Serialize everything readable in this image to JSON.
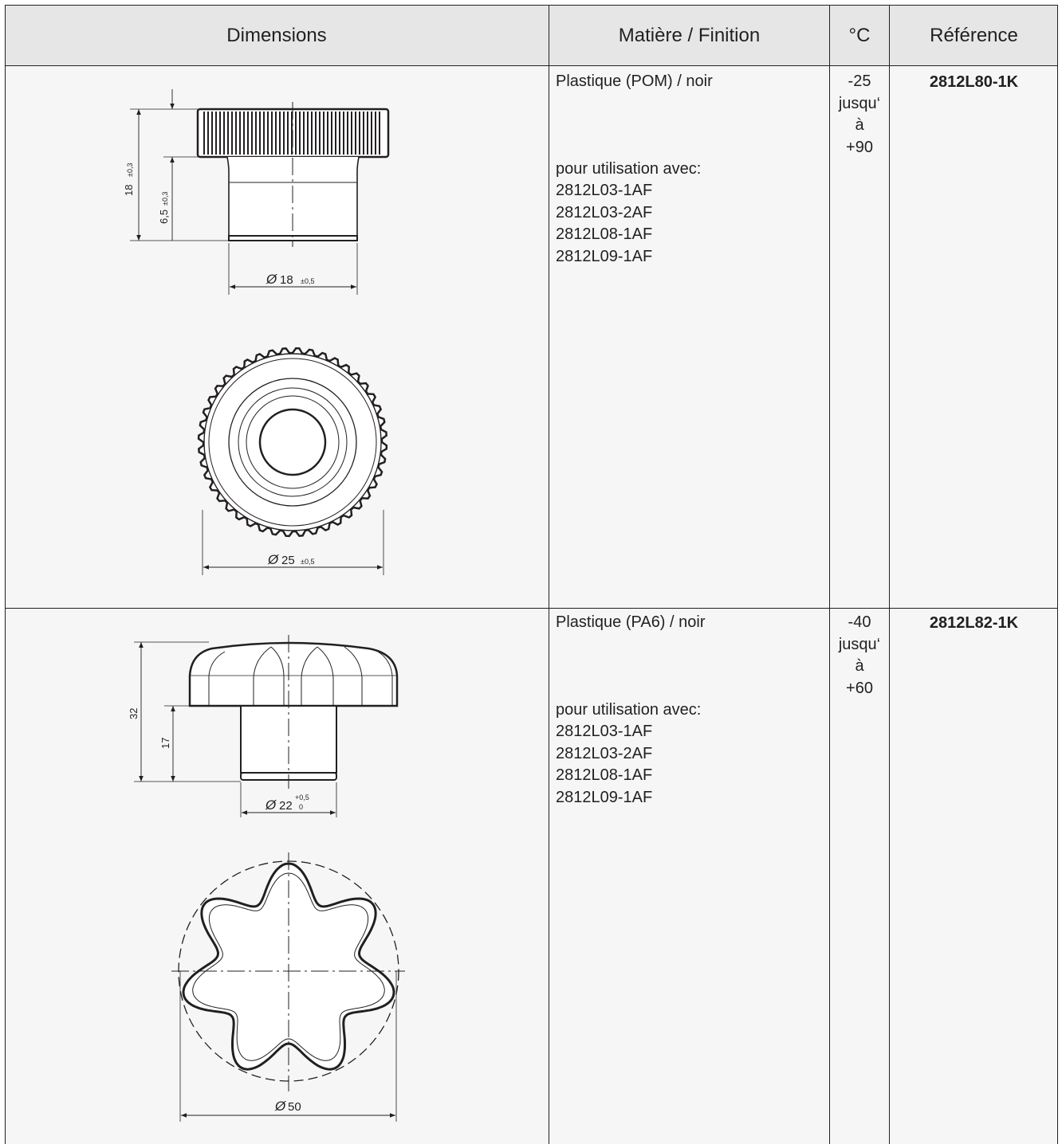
{
  "header": {
    "dimensions": "Dimensions",
    "material": "Matière / Finition",
    "temp": "°C",
    "reference": "Référence"
  },
  "rows": [
    {
      "material": "Plastique (POM) / noir",
      "usage_label": "pour utilisation avec:",
      "usage": [
        "2812L03-1AF",
        "2812L03-2AF",
        "2812L08-1AF",
        "2812L09-1AF"
      ],
      "temp": [
        "-25",
        "jusqu‘",
        "à",
        "+90"
      ],
      "reference": "2812L80-1K",
      "dims": {
        "height": "18",
        "height_tol": "±0,3",
        "shank": "6,5",
        "shank_tol": "±0,3",
        "dia_small": "18",
        "dia_small_tol": "±0,5",
        "dia_large": "25",
        "dia_large_tol": "±0,5"
      }
    },
    {
      "material": "Plastique (PA6) / noir",
      "usage_label": "pour utilisation avec:",
      "usage": [
        "2812L03-1AF",
        "2812L03-2AF",
        "2812L08-1AF",
        "2812L09-1AF"
      ],
      "temp": [
        "-40",
        "jusqu‘",
        "à",
        "+60"
      ],
      "reference": "2812L82-1K",
      "dims": {
        "height": "32",
        "shank": "17",
        "dia_small": "22",
        "dia_small_tol_upper": "+0,5",
        "dia_small_tol_lower": "0",
        "dia_large": "50"
      }
    }
  ],
  "symbols": {
    "diameter": "Ø"
  },
  "colors": {
    "header_bg": "#e6e6e6",
    "cell_bg": "#f6f6f6",
    "ink": "#231f20"
  }
}
